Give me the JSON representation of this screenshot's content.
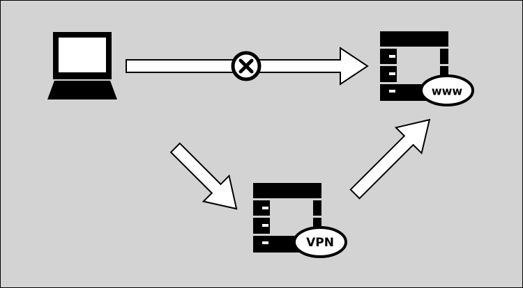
{
  "colors": {
    "background": "#d3d3d3",
    "ink": "#000000",
    "paper": "#ffffff"
  },
  "nodes": {
    "client": {
      "icon": "laptop-icon"
    },
    "web_server": {
      "icon": "server-rack-icon",
      "badge": "www"
    },
    "vpn_server": {
      "icon": "server-rack-icon",
      "badge": "VPN"
    }
  },
  "connections": [
    {
      "from": "client",
      "to": "web_server",
      "status": "blocked",
      "status_icon": "blocked-x-icon"
    },
    {
      "from": "client",
      "to": "vpn_server",
      "status": "allowed"
    },
    {
      "from": "vpn_server",
      "to": "web_server",
      "status": "allowed"
    }
  ]
}
